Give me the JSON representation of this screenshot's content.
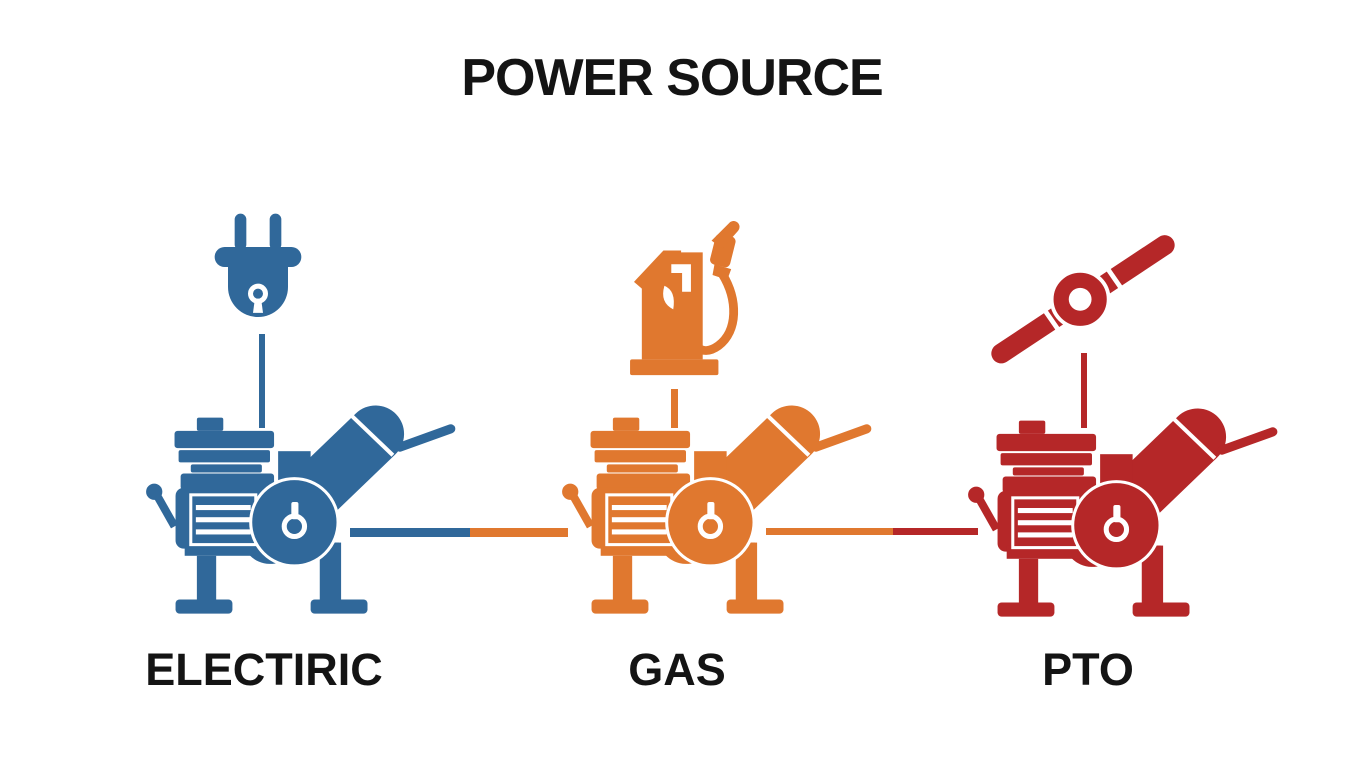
{
  "title": "POWER SOURCE",
  "columns": [
    {
      "id": "electric",
      "label": "ELECTIRIC",
      "power_icon": "power-plug-icon",
      "machine_icon": "wood-chipper-icon",
      "color": "#30689a"
    },
    {
      "id": "gas",
      "label": "GAS",
      "power_icon": "fuel-pump-icon",
      "machine_icon": "wood-chipper-icon",
      "color": "#e0782f"
    },
    {
      "id": "pto",
      "label": "PTO",
      "power_icon": "pto-driveshaft-icon",
      "machine_icon": "wood-chipper-icon",
      "color": "#b52728"
    }
  ],
  "colors": {
    "electric": "#30689a",
    "gas": "#e0782f",
    "pto": "#b52728",
    "text": "#141414",
    "background": "#ffffff"
  }
}
